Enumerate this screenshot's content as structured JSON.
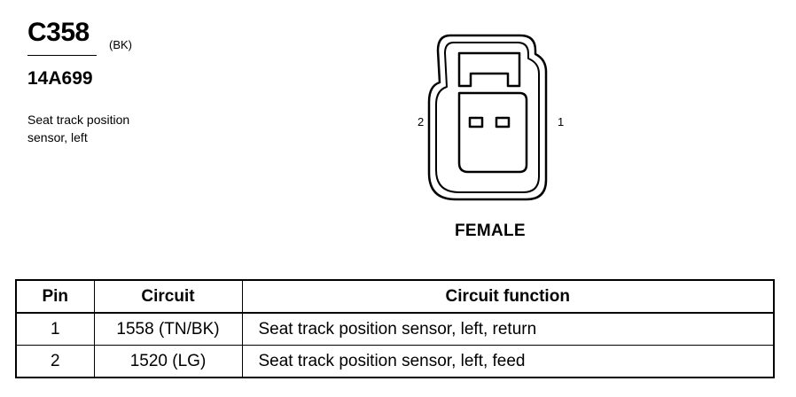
{
  "header": {
    "connector_id": "C358",
    "color_code": "(BK)",
    "part_number": "14A699",
    "description": [
      "Seat track position",
      "sensor, left"
    ]
  },
  "connector": {
    "pin_labels": {
      "left": "2",
      "right": "1"
    },
    "gender": "FEMALE"
  },
  "table": {
    "headers": [
      "Pin",
      "Circuit",
      "Circuit function"
    ],
    "rows": [
      [
        "1",
        "1558 (TN/BK)",
        "Seat track position sensor, left, return"
      ],
      [
        "2",
        "1520 (LG)",
        "Seat track position sensor, left, feed"
      ]
    ]
  }
}
